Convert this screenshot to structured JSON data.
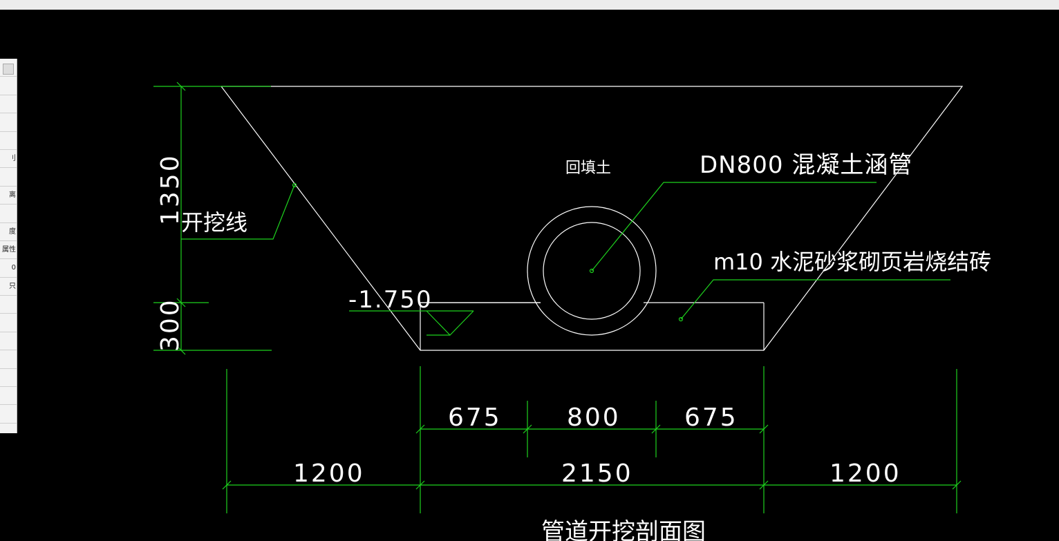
{
  "window": {
    "titlebar_color": "#ececec",
    "canvas_color": "#000000"
  },
  "side_panel": {
    "rows": [
      "",
      "",
      "",
      "",
      "",
      "刂",
      "",
      "离",
      "",
      "度",
      "属性",
      "0",
      "只",
      "",
      "",
      "",
      "",
      "",
      "",
      ""
    ]
  },
  "drawing": {
    "colors": {
      "geometry": "#ffffff",
      "annotation": "#1ed21e",
      "text": "#ffffff"
    },
    "labels": {
      "backfill": "回填土",
      "pipe": "DN800 混凝土涵管",
      "excavation_line": "开挖线",
      "base": "m10 水泥砂浆砌页岩烧结砖",
      "elevation": "-1.750",
      "title": "管道开挖剖面图"
    },
    "dimensions": {
      "vertical_upper": "1350",
      "vertical_lower": "300",
      "inner_left": "675",
      "inner_middle": "800",
      "inner_right": "675",
      "outer_left": "1200",
      "outer_middle": "2150",
      "outer_right": "1200"
    }
  }
}
